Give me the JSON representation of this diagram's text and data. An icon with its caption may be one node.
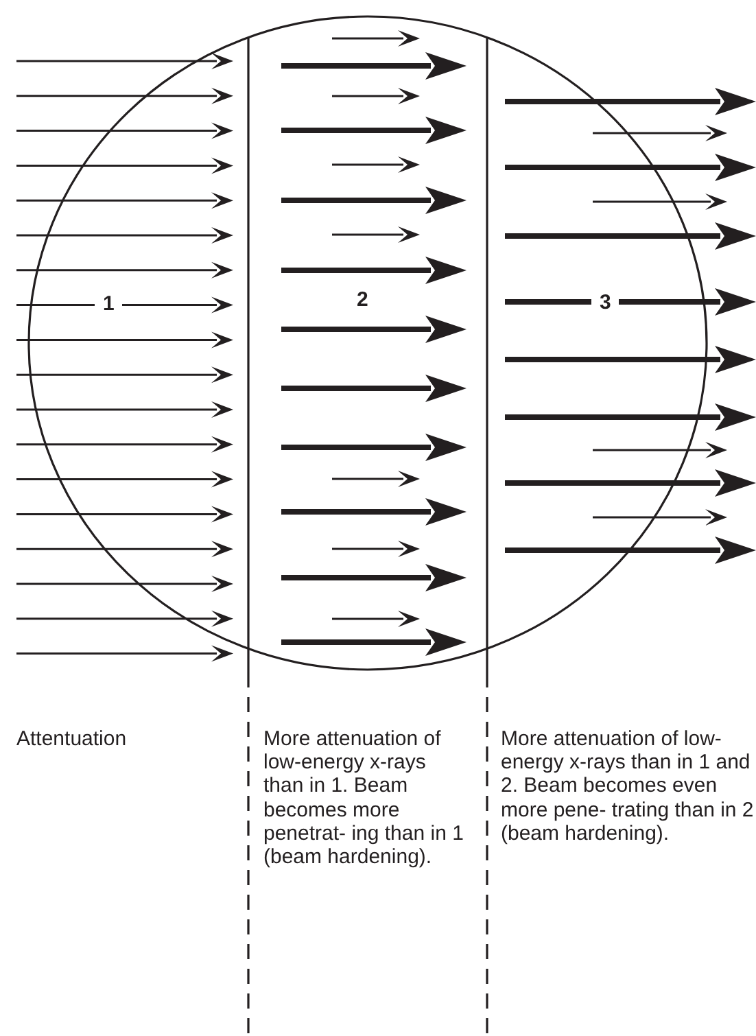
{
  "diagram": {
    "labels": [
      "1",
      "2",
      "3",
      "Attentuation",
      "More attenuation of low-energy x-rays than in 1. Beam becomes more penetrat- ing than in 1 (beam hardening).",
      "More attenuation of low-energy x-rays than in 1 and 2. Beam becomes even more pene- trating than in 2 (beam hardening)."
    ]
  }
}
